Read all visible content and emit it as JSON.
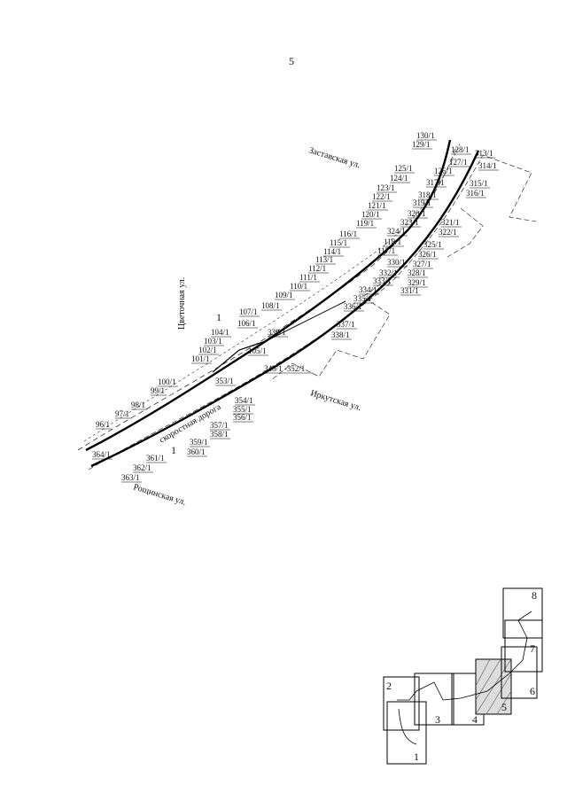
{
  "page_number": "5",
  "streets": {
    "zastavskaya": "Заставская ул.",
    "tsvetochnaya": "Цветочная ул.",
    "irkutskaya": "Иркутская ул.",
    "roshchinskaya": "Рощинская ул.",
    "highway": "скоростная дорога"
  },
  "route_number": "1",
  "pickets_left": [
    "130/1",
    "129/1",
    "128/1",
    "125/1",
    "124/1",
    "123/1",
    "122/1",
    "121/1",
    "120/1",
    "119/1",
    "116/1",
    "115/1",
    "114/1",
    "113/1",
    "112/1",
    "111/1",
    "110/1",
    "109/1",
    "108/1",
    "107/1",
    "106/1",
    "104/1",
    "103/1",
    "102/1",
    "101/1",
    "100/1",
    "99/1",
    "98/1",
    "97/1",
    "96/1",
    "364/1"
  ],
  "pickets_right": [
    "313/1",
    "127/1",
    "126/1",
    "314/1",
    "317/1",
    "315/1",
    "316/1",
    "318/1",
    "319/1",
    "320/1",
    "323/1",
    "321/1",
    "322/1",
    "324/1",
    "118/1",
    "117/1",
    "325/1",
    "326/1",
    "330/1",
    "327/1",
    "328/1",
    "332/1",
    "329/1",
    "333/1",
    "331/1",
    "334/1",
    "335/1",
    "336/1",
    "337/1",
    "338/1",
    "339/1",
    "105/1",
    "340/1 -352/1",
    "353/1",
    "354/1",
    "355/1",
    "356/1",
    "357/1",
    "358/1",
    "359/1",
    "360/1",
    "361/1",
    "362/1",
    "363/1"
  ],
  "key_map": [
    "1",
    "2",
    "3",
    "4",
    "5",
    "6",
    "7",
    "8"
  ]
}
